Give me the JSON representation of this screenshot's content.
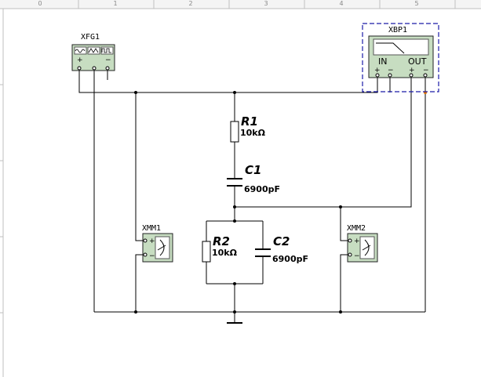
{
  "ruler": {
    "ticks": [
      "0",
      "1",
      "2",
      "3",
      "4",
      "5"
    ]
  },
  "instruments": {
    "function_generator": {
      "label": "XFG1",
      "pins": [
        "+",
        "−"
      ]
    },
    "bode_plotter": {
      "label": "XBP1",
      "in_label": "IN",
      "out_label": "OUT",
      "pins": [
        "+",
        "−",
        "+",
        "−"
      ]
    },
    "multimeter_1": {
      "label": "XMM1",
      "pins": [
        "+",
        "−"
      ]
    },
    "multimeter_2": {
      "label": "XMM2",
      "pins": [
        "+",
        "−"
      ]
    }
  },
  "components": {
    "r1": {
      "name": "R1",
      "value": "10kΩ"
    },
    "c1": {
      "name": "C1",
      "value": "6900pF"
    },
    "r2": {
      "name": "R2",
      "value": "10kΩ"
    },
    "c2": {
      "name": "C2",
      "value": "6900pF"
    }
  },
  "colors": {
    "instrument_fill": "#c7ddc1",
    "bode_frame": "#1a1aa8",
    "junction_orange": "#e07000"
  }
}
